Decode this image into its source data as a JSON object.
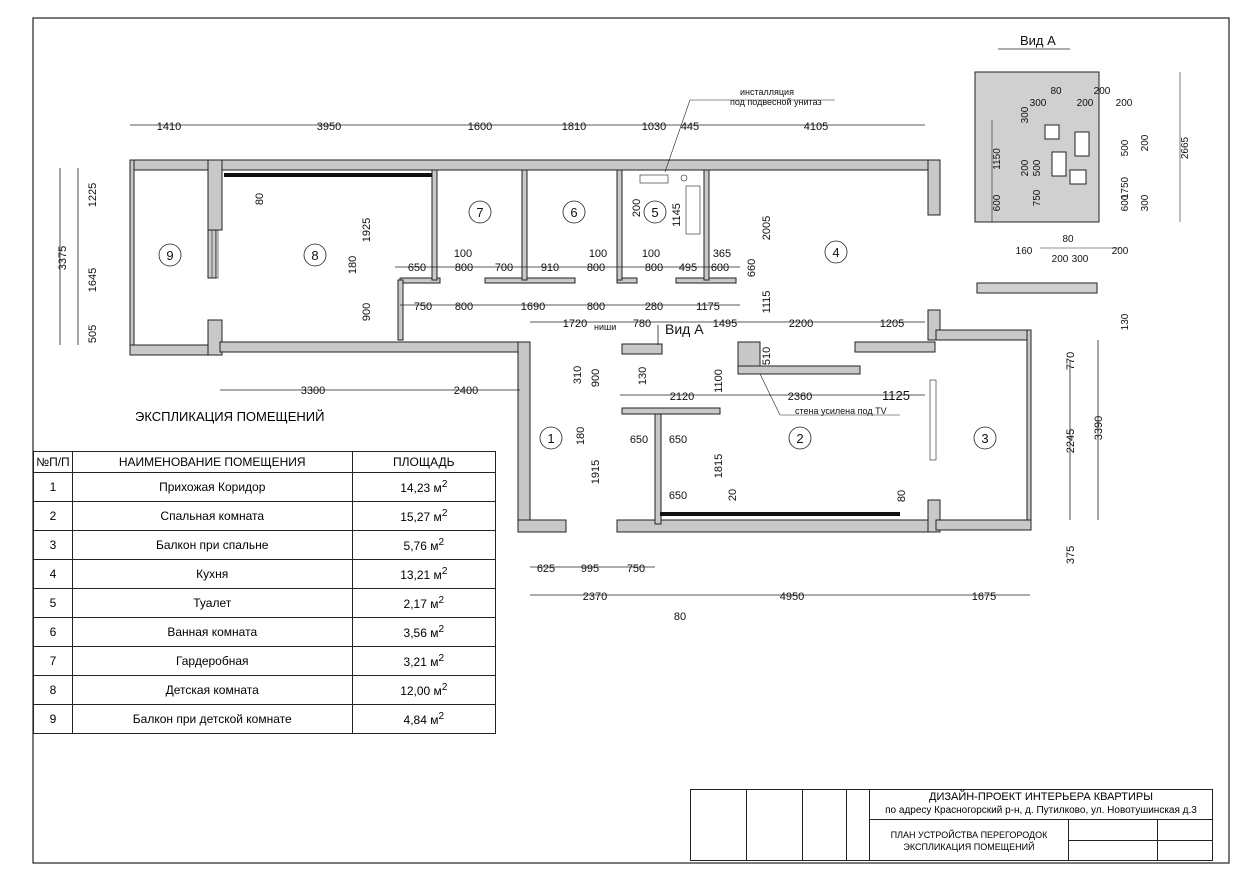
{
  "drawing": {
    "view_label": "Вид А",
    "annotations": {
      "installation": "инсталляция",
      "installation_2": "под подвесной унитаз",
      "niches": "ниши",
      "tv_wall": "стена усилена под TV",
      "view_marker": "Вид А"
    },
    "room_numbers": [
      "1",
      "2",
      "3",
      "4",
      "5",
      "6",
      "7",
      "8",
      "9"
    ],
    "dims_top": [
      "1410",
      "3950",
      "1600",
      "1810",
      "1030",
      "445",
      "4105"
    ],
    "dims_left": [
      "3375",
      "1225",
      "1645",
      "505"
    ],
    "dims_inner": [
      "80",
      "1925",
      "180",
      "900",
      "100",
      "650",
      "800",
      "700",
      "910",
      "800",
      "100",
      "800",
      "495",
      "600",
      "100",
      "365",
      "660",
      "2005",
      "1145",
      "200",
      "750",
      "800",
      "1690",
      "800",
      "280",
      "1175",
      "1115",
      "1720",
      "780",
      "1495",
      "2200",
      "1205",
      "310",
      "900",
      "130",
      "2120",
      "1100",
      "510",
      "2360",
      "1125",
      "180",
      "650",
      "650",
      "1915",
      "1815",
      "20",
      "650",
      "80",
      "3300",
      "2400",
      "770",
      "2245",
      "3390",
      "375"
    ],
    "dims_bottom": [
      "625",
      "995",
      "750",
      "2370",
      "4950",
      "1675",
      "80"
    ],
    "view_a_dims": [
      "80",
      "200",
      "300",
      "200",
      "200",
      "300",
      "1150",
      "200",
      "500",
      "500",
      "200",
      "1750",
      "600",
      "750",
      "600",
      "300",
      "2665",
      "80",
      "160",
      "200",
      "300",
      "200",
      "130"
    ]
  },
  "explication": {
    "title": "ЭКСПЛИКАЦИЯ ПОМЕЩЕНИЙ",
    "headers": [
      "№П/П",
      "НАИМЕНОВАНИЕ ПОМЕЩЕНИЯ",
      "ПЛОЩАДЬ"
    ],
    "rows": [
      {
        "n": "1",
        "name": "Прихожая Коридор",
        "area": "14,23 м"
      },
      {
        "n": "2",
        "name": "Спальная комната",
        "area": "15,27 м"
      },
      {
        "n": "3",
        "name": "Балкон при спальне",
        "area": "5,76 м"
      },
      {
        "n": "4",
        "name": "Кухня",
        "area": "13,21 м"
      },
      {
        "n": "5",
        "name": "Туалет",
        "area": "2,17 м"
      },
      {
        "n": "6",
        "name": "Ванная комната",
        "area": "3,56 м"
      },
      {
        "n": "7",
        "name": "Гардеробная",
        "area": "3,21 м"
      },
      {
        "n": "8",
        "name": "Детская комната",
        "area": "12,00 м"
      },
      {
        "n": "9",
        "name": "Балкон при детской комнате",
        "area": "4,84 м"
      }
    ],
    "sup": "2"
  },
  "title_block": {
    "project": "ДИЗАЙН-ПРОЕКТ ИНТЕРЬЕРА КВАРТИРЫ",
    "address": "по адресу Красногорский р-н, д. Путилково, ул. Новотушинская д.3",
    "sheet_1": "ПЛАН УСТРОЙСТВА ПЕРЕГОРОДОК",
    "sheet_2": "ЭКСПЛИКАЦИЯ ПОМЕЩЕНИЙ"
  }
}
